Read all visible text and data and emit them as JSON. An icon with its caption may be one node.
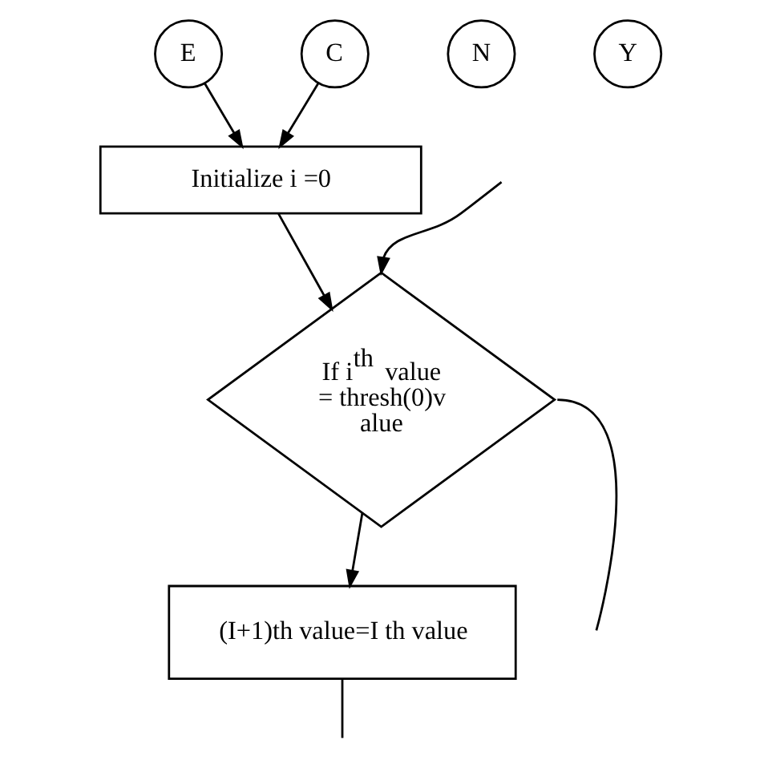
{
  "diagram": {
    "nodes": [
      {
        "text": [
          "E"
        ]
      },
      {
        "text": [
          "C"
        ]
      },
      {
        "text": [
          "Initialize i =0"
        ]
      },
      {
        "text": [
          "If i$^{th}$ value = thresh(0)v alue"
        ]
      },
      {
        "text": [
          "N"
        ]
      },
      {
        "text": [
          "Y"
        ]
      },
      {
        "text": [
          "(I+1)th value=I th value"
        ]
      }
    ],
    "edges": [
      {
        "from": 0,
        "to": 2,
        "arrow": "to"
      },
      {
        "from": 1,
        "to": 2,
        "arrow": "to"
      },
      {
        "from": 2,
        "to": 3,
        "arrow": "to"
      },
      {
        "from": 3,
        "to": null,
        "arrow": "none"
      },
      {
        "from": null,
        "to": 3,
        "arrow": "to"
      },
      {
        "from": 3,
        "to": 6,
        "arrow": "to"
      },
      {
        "from": 6,
        "to": null,
        "arrow": "none"
      }
    ]
  }
}
